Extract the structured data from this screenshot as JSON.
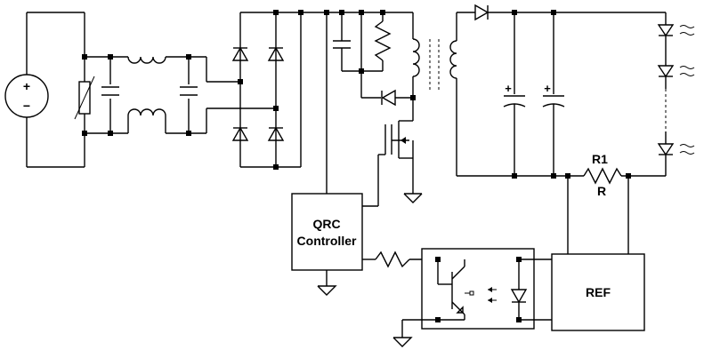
{
  "labels": {
    "controller_line1": "QRC",
    "controller_line2": "Controller",
    "ref": "REF",
    "r1": "R1",
    "r": "R",
    "src_plus": "+",
    "src_minus": "−",
    "cap_plus": "+"
  },
  "colors": {
    "ink": "#000000",
    "background": "#ffffff"
  }
}
